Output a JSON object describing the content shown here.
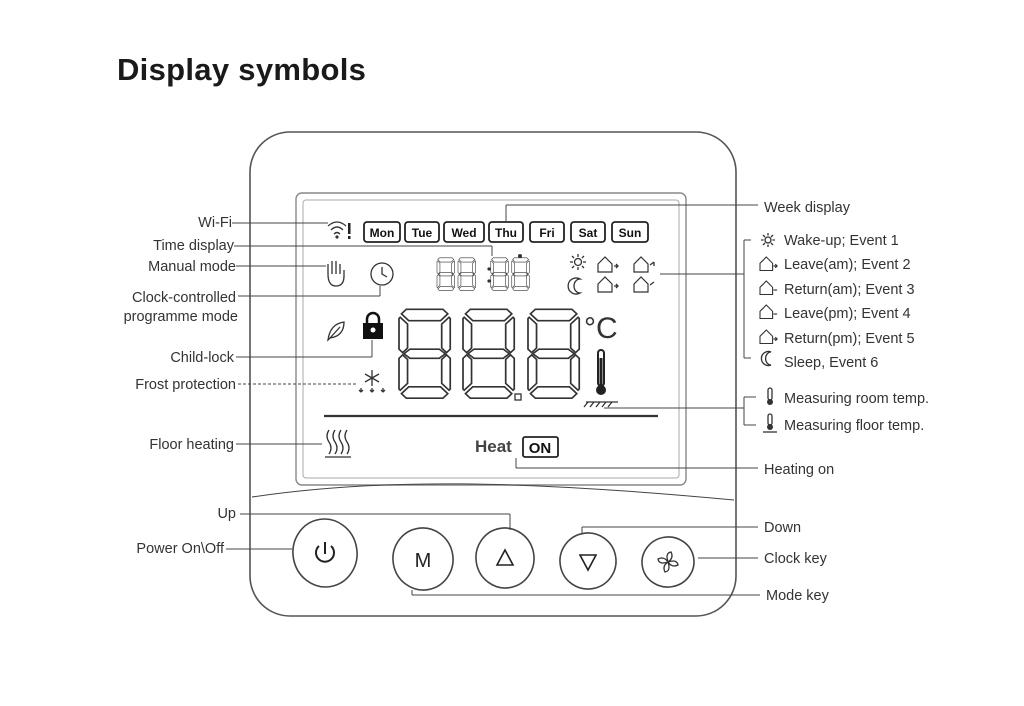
{
  "title": "Display symbols",
  "lcd": {
    "days": [
      "Mon",
      "Tue",
      "Wed",
      "Thu",
      "Fri",
      "Sat",
      "Sun"
    ],
    "heat_label": "Heat",
    "on_label": "ON",
    "unit": "°C"
  },
  "left_labels": [
    "Wi-Fi",
    "Time display",
    "Manual mode",
    "Clock-controlled",
    "programme mode",
    "Child-lock",
    "Frost protection",
    "Floor heating",
    "Up",
    "Power On\\Off"
  ],
  "right_labels": [
    "Week display",
    "Wake-up; Event 1",
    "Leave(am); Event 2",
    "Return(am); Event 3",
    "Leave(pm); Event 4",
    "Return(pm); Event 5",
    "Sleep, Event 6",
    "Measuring room temp.",
    "Measuring floor temp.",
    "Heating on",
    "Down",
    "Clock key",
    "Mode key"
  ],
  "buttons": {
    "mode": "M"
  },
  "icons": [
    "wifi-icon",
    "hand-icon",
    "clock-icon",
    "leaf-icon",
    "lock-icon",
    "snowflake-icon",
    "floor-heating-icon",
    "sun-icon",
    "moon-icon",
    "house-icon",
    "thermometer-icon",
    "power-icon",
    "fan-icon",
    "up-arrow-icon",
    "down-arrow-icon"
  ]
}
